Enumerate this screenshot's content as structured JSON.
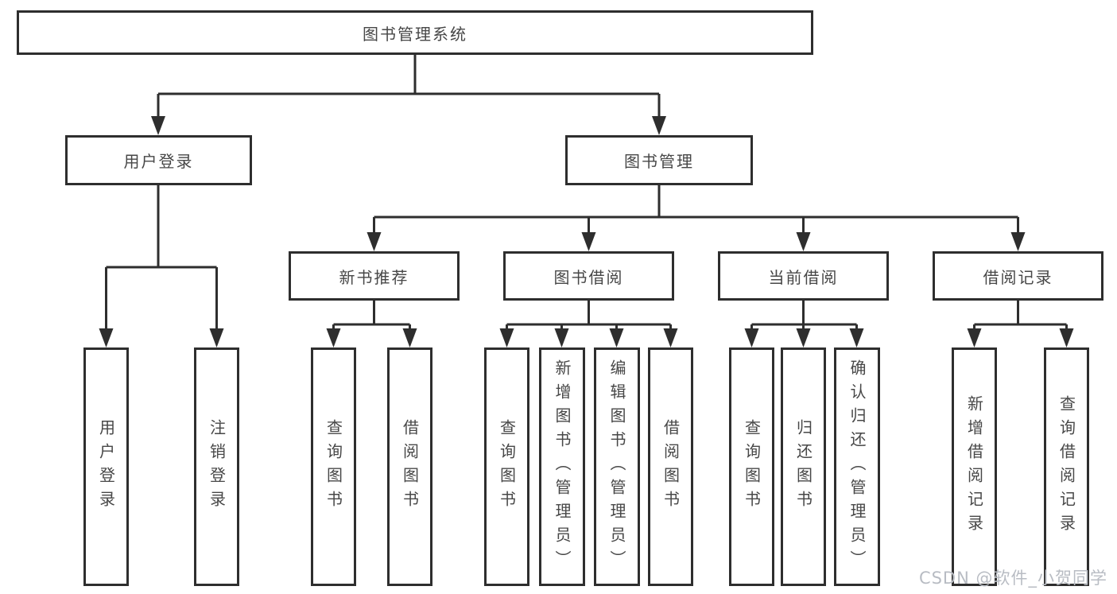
{
  "diagram": {
    "title": "图书管理系统",
    "colors": {
      "line": "#2e2e2e",
      "text": "#474747",
      "background": "#ffffff",
      "watermark": "#b8bcc3"
    },
    "tree": {
      "root": {
        "label": "图书管理系统"
      },
      "branches": [
        {
          "label": "用户登录",
          "children": [
            {
              "label": "用户登录"
            },
            {
              "label": "注销登录"
            }
          ]
        },
        {
          "label": "图书管理",
          "children": [
            {
              "label": "新书推荐",
              "children": [
                {
                  "label": "查询图书"
                },
                {
                  "label": "借阅图书"
                }
              ]
            },
            {
              "label": "图书借阅",
              "children": [
                {
                  "label": "查询图书"
                },
                {
                  "label": "新增图书（管理员）"
                },
                {
                  "label": "编辑图书（管理员）"
                },
                {
                  "label": "借阅图书"
                }
              ]
            },
            {
              "label": "当前借阅",
              "children": [
                {
                  "label": "查询图书"
                },
                {
                  "label": "归还图书"
                },
                {
                  "label": "确认归还（管理员）"
                }
              ]
            },
            {
              "label": "借阅记录",
              "children": [
                {
                  "label": "新增借阅记录"
                },
                {
                  "label": "查询借阅记录"
                }
              ]
            }
          ]
        }
      ]
    }
  },
  "watermark": {
    "text": "CSDN @软件_小贺同学"
  }
}
